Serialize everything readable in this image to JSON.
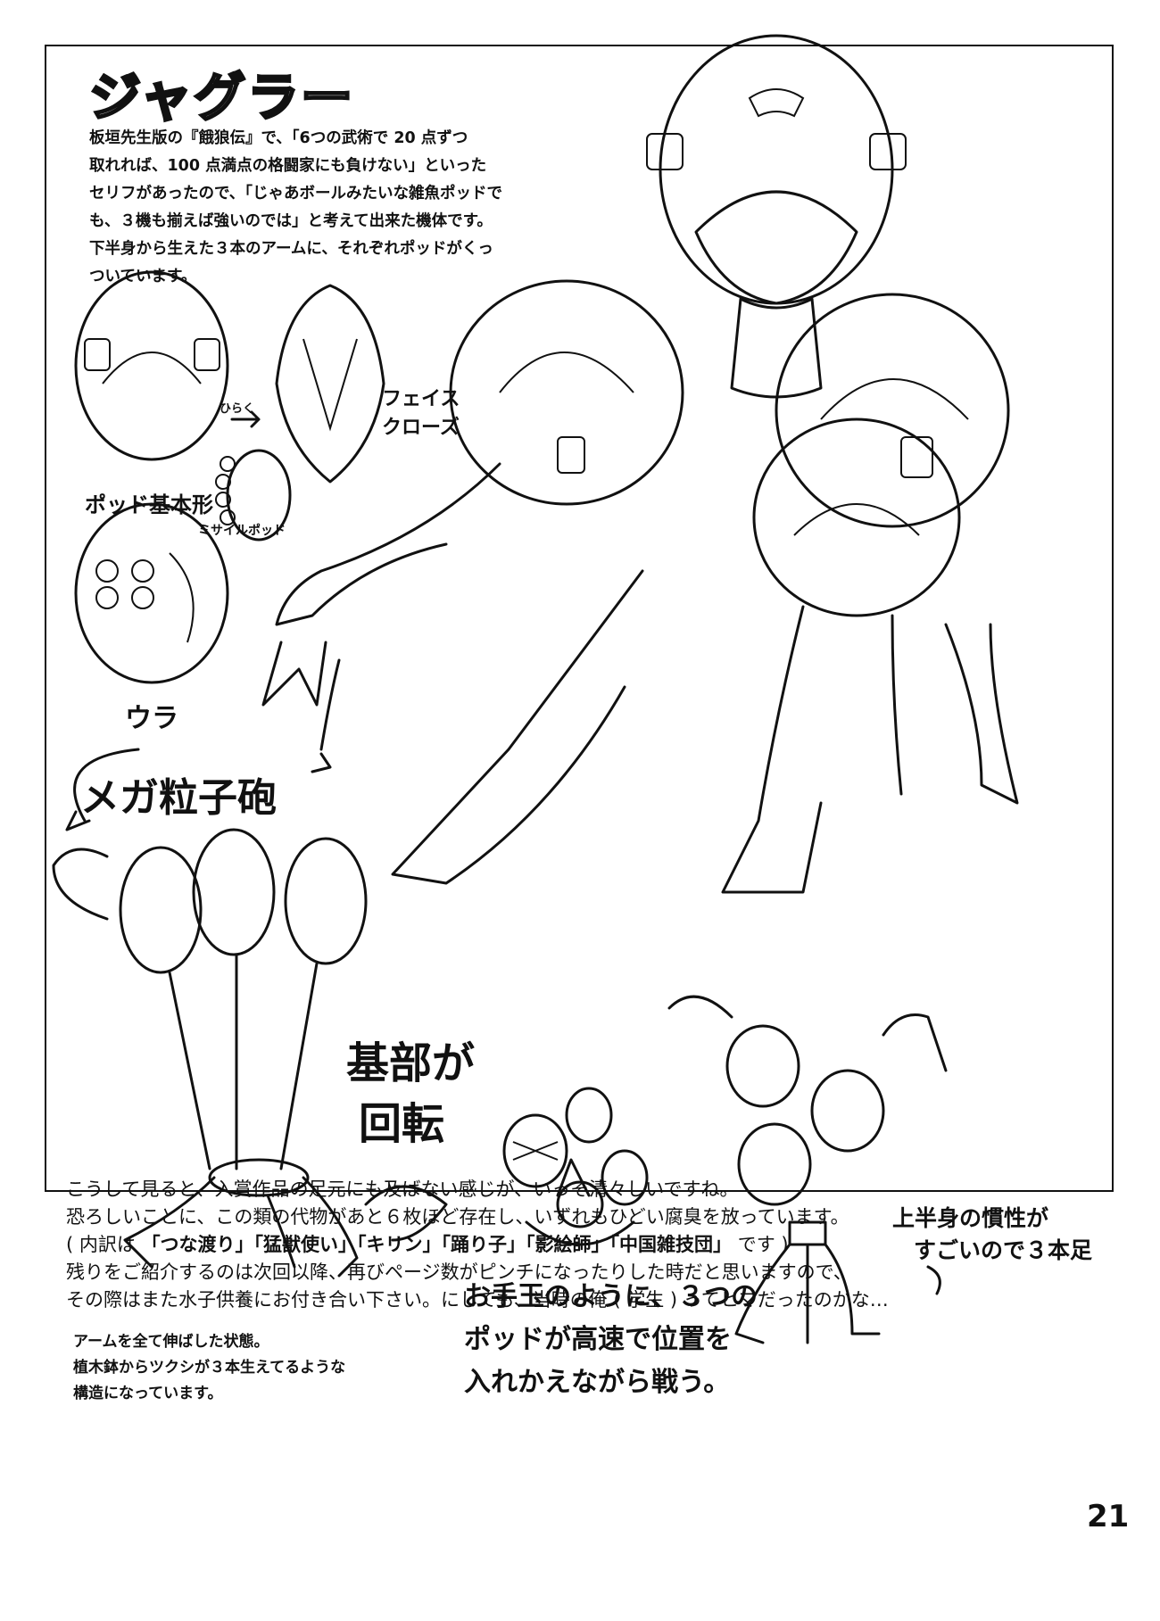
{
  "page": {
    "title": "ジャグラー",
    "intro": [
      "板垣先生版の『餓狼伝』で、「6つの武術で 20 点ずつ",
      "取れれば、100 点満点の格闘家にも負けない」といった",
      "セリフがあったので、「じゃあボールみたいな雑魚ポッドで",
      "も、３機も揃えば強いのでは」と考えて出来た機体です。",
      "下半身から生えた３本のアームに、それぞれポッドがくっ",
      "ついています。"
    ],
    "sketch_labels": {
      "pod_basic": "ポッド基本形",
      "open": "ひらく",
      "missile_pod": "ミサイルポッド",
      "face_close": [
        "フェイス",
        "クローズ"
      ],
      "back": "ウラ",
      "mega_cannon": "メガ粒子砲",
      "base_rotate": [
        "基部が",
        "回転"
      ],
      "inertia": [
        "上半身の慣性が",
        "すごいので３本足"
      ],
      "juggle": [
        "お手玉のように、３つの",
        "ポッドが高速で位置を",
        "入れかえながら戦う。"
      ]
    },
    "arm_caption": [
      "アームを全て伸ばした状態。",
      "植木鉢からツクシが３本生えてるような",
      "構造になっています。"
    ],
    "notes": {
      "line1": "こうして見ると、入賞作品の足元にも及ばない感じが、いっそ清々しいですね。",
      "line2": "恐ろしいことに、この類の代物があと６枚ほど存在し、いずれもひどい腐臭を放っています。",
      "line3_prefix": "( 内訳は",
      "line3_items": "「つな渡り」「猛獣使い」「キリン」「踊り子」「影絵師」「中国雑技団」",
      "line3_suffix": "です )",
      "line4": "残りをご紹介するのは次回以降、再びページ数がピンチになったりした時だと思いますので、",
      "line5": "その際はまた水子供養にお付き合い下さい。にしても、当時の俺 ( 学生 ) ってヒマだったのかな…"
    },
    "page_number": "21"
  }
}
